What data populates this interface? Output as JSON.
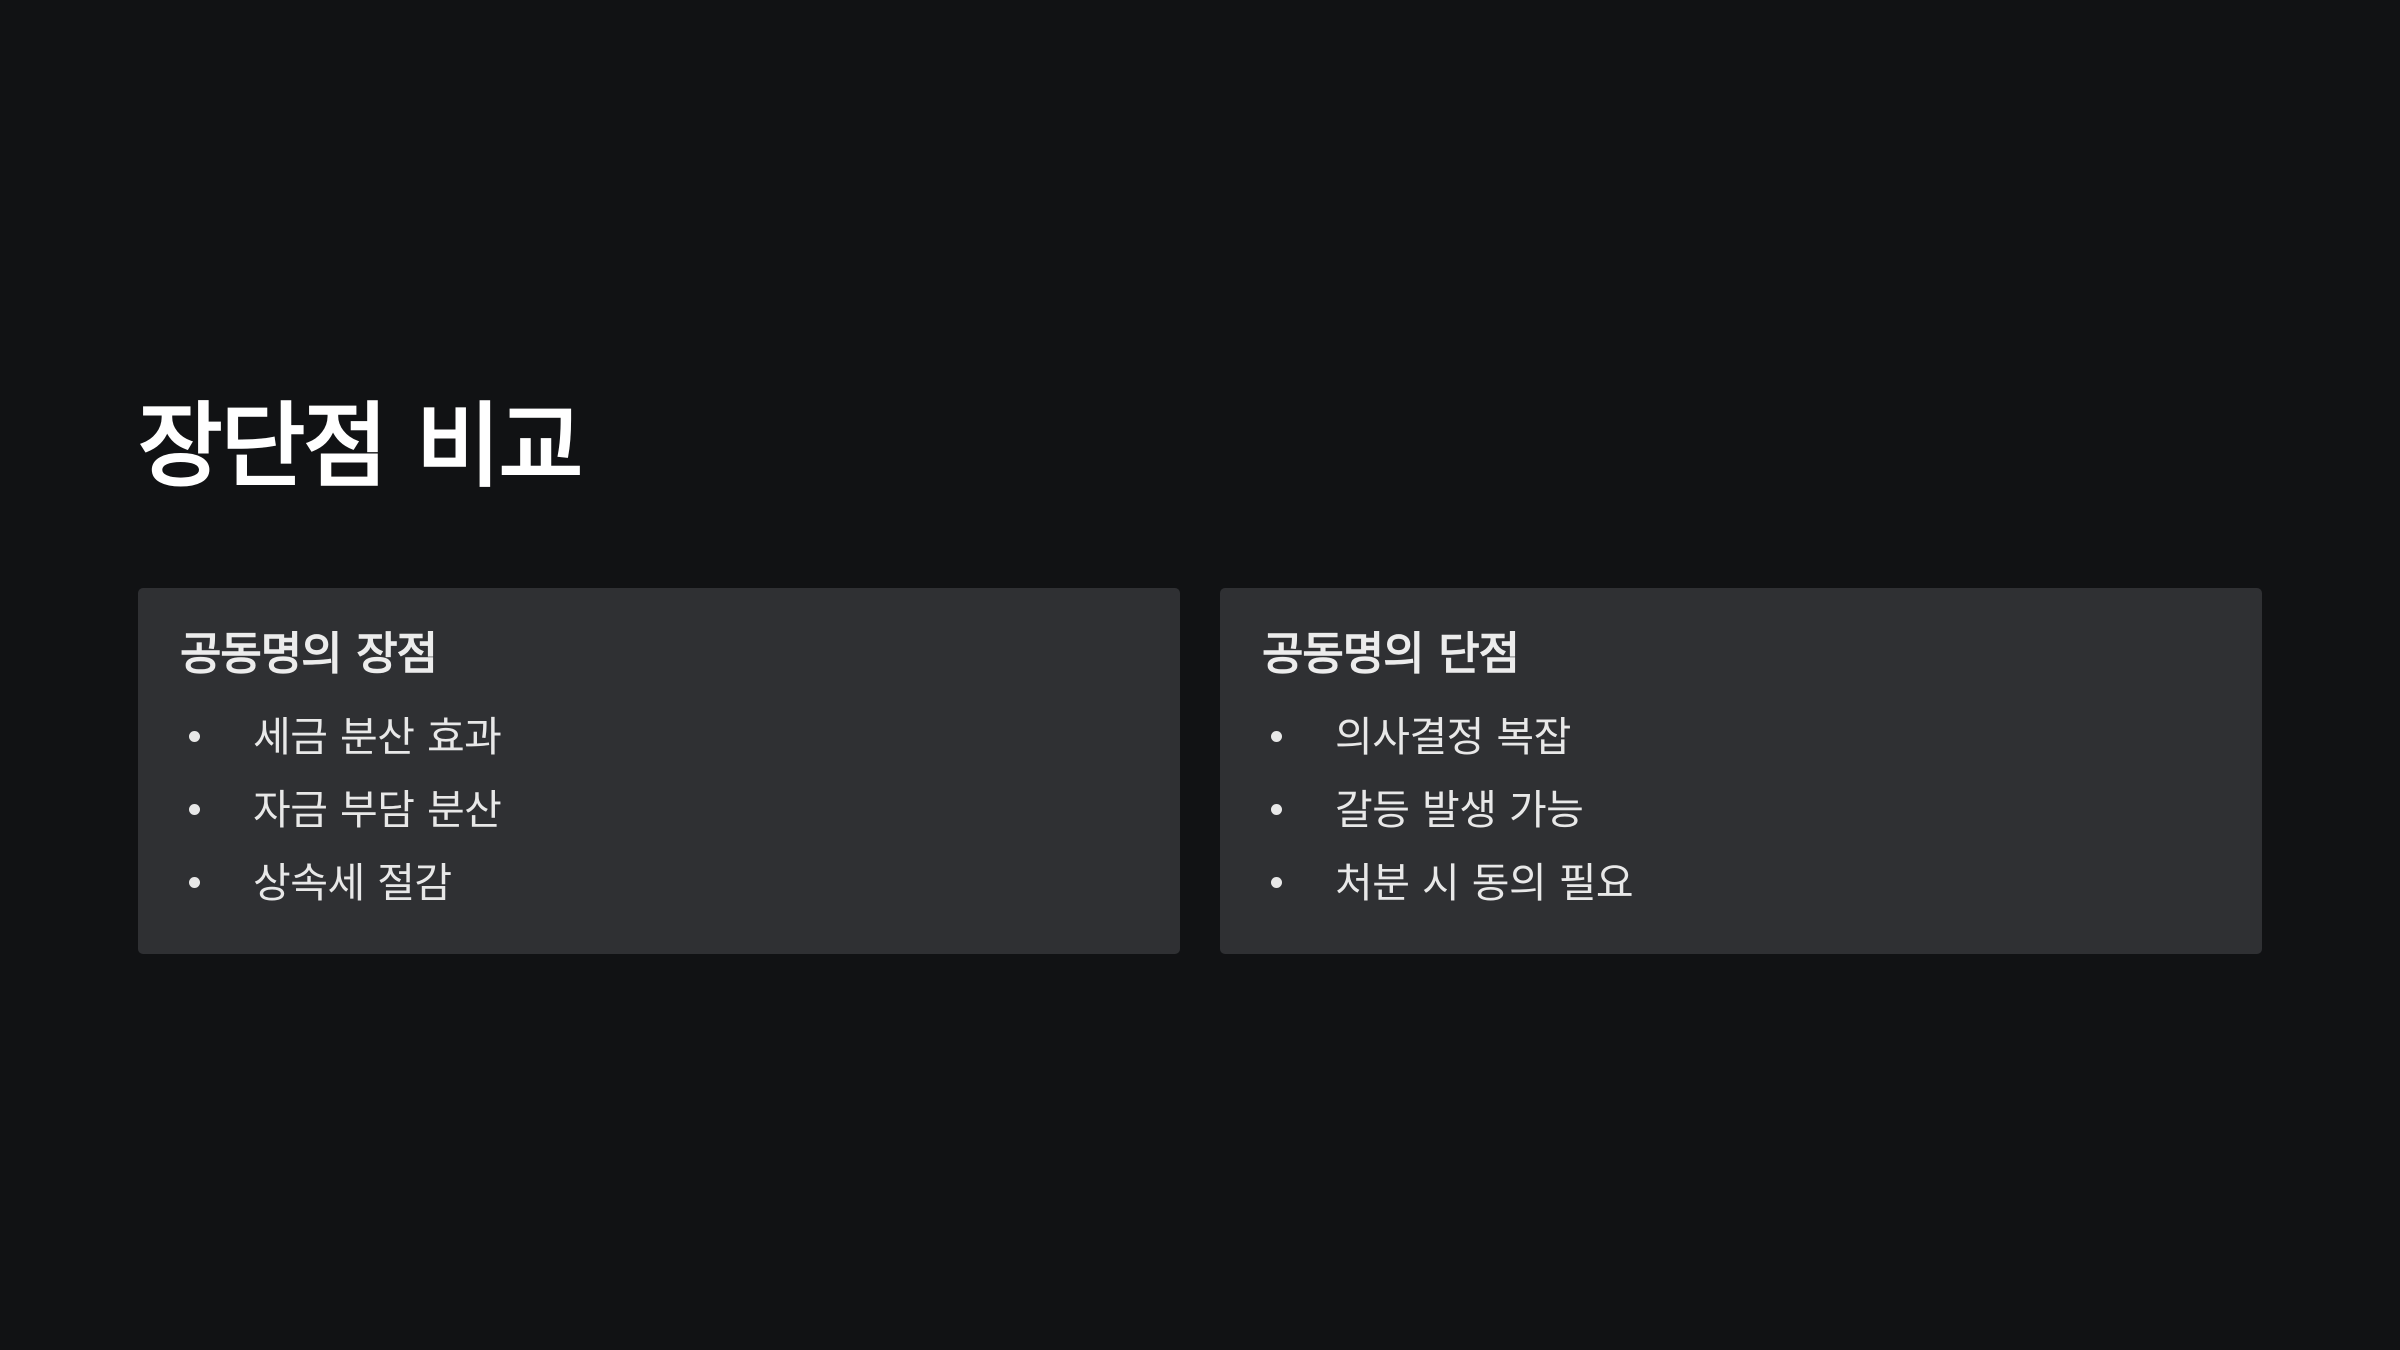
{
  "slide": {
    "title": "장단점 비교",
    "cards": [
      {
        "heading": "공동명의 장점",
        "items": [
          "세금 분산 효과",
          "자금 부담 분산",
          "상속세 절감"
        ]
      },
      {
        "heading": "공동명의 단점",
        "items": [
          "의사결정 복잡",
          "갈등 발생 가능",
          "처분 시 동의 필요"
        ]
      }
    ]
  },
  "colors": {
    "background": "#111214",
    "card": "#2f3033",
    "title": "#ffffff",
    "text": "#e8e8e8"
  }
}
